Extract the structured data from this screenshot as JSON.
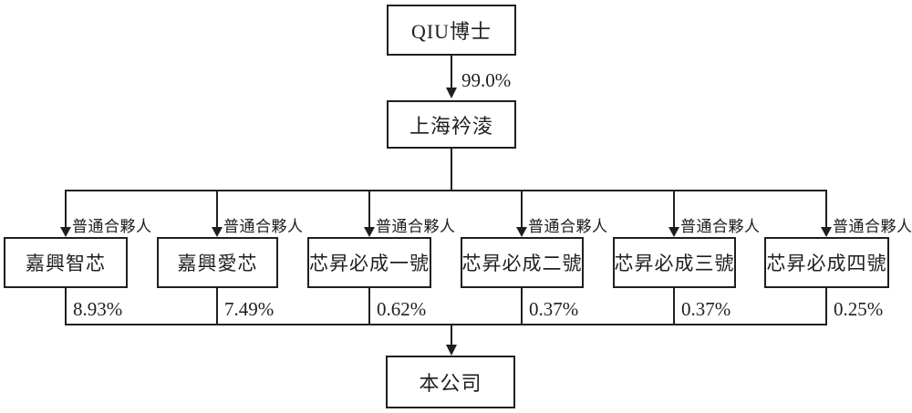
{
  "diagram": {
    "title": "equity-ownership-structure",
    "root": {
      "label": "QIU博士"
    },
    "root_ownership": "99.0%",
    "holding": {
      "label": "上海衿淩"
    },
    "partner_role": "普通合夥人",
    "partners": [
      {
        "name": "嘉興智芯",
        "stake": "8.93%"
      },
      {
        "name": "嘉興愛芯",
        "stake": "7.49%"
      },
      {
        "name": "芯昇必成一號",
        "stake": "0.62%"
      },
      {
        "name": "芯昇必成二號",
        "stake": "0.37%"
      },
      {
        "name": "芯昇必成三號",
        "stake": "0.37%"
      },
      {
        "name": "芯昇必成四號",
        "stake": "0.25%"
      }
    ],
    "company": {
      "label": "本公司"
    },
    "colors": {
      "line": "#1f1f1f",
      "box_border": "#1f1f1f",
      "background": "#ffffff",
      "text": "#1f1f1f"
    }
  }
}
